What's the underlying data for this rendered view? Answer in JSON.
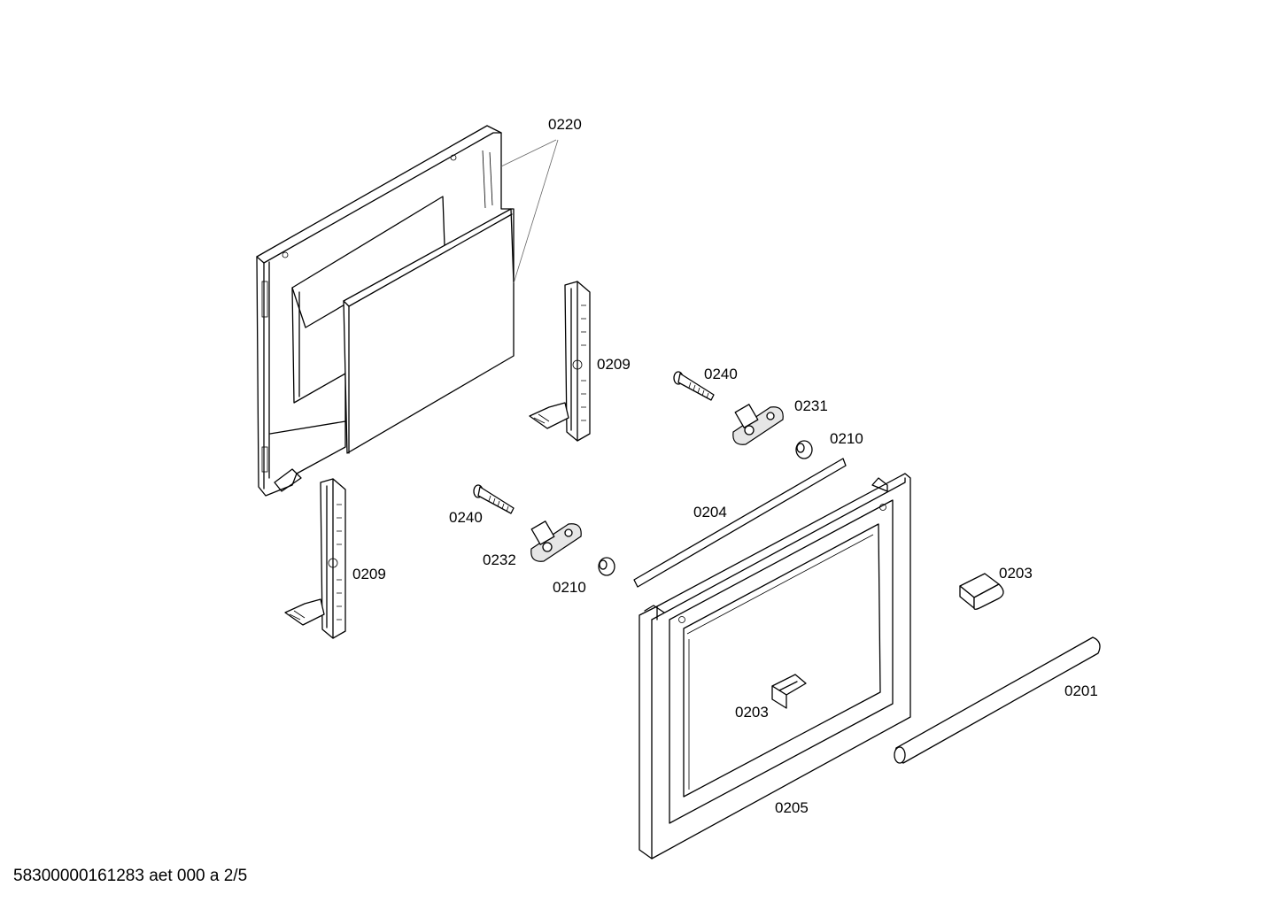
{
  "footer": {
    "document_id": "58300000161283 aet 000 a 2/5"
  },
  "parts": [
    {
      "name": "part-0220",
      "label": "0220"
    },
    {
      "name": "part-0209-upper",
      "label": "0209"
    },
    {
      "name": "part-0240-upper",
      "label": "0240"
    },
    {
      "name": "part-0231",
      "label": "0231"
    },
    {
      "name": "part-0210-upper",
      "label": "0210"
    },
    {
      "name": "part-0204",
      "label": "0204"
    },
    {
      "name": "part-0240-lower",
      "label": "0240"
    },
    {
      "name": "part-0232",
      "label": "0232"
    },
    {
      "name": "part-0210-lower",
      "label": "0210"
    },
    {
      "name": "part-0209-lower",
      "label": "0209"
    },
    {
      "name": "part-0203-right",
      "label": "0203"
    },
    {
      "name": "part-0203-center",
      "label": "0203"
    },
    {
      "name": "part-0201",
      "label": "0201"
    },
    {
      "name": "part-0205",
      "label": "0205"
    }
  ]
}
